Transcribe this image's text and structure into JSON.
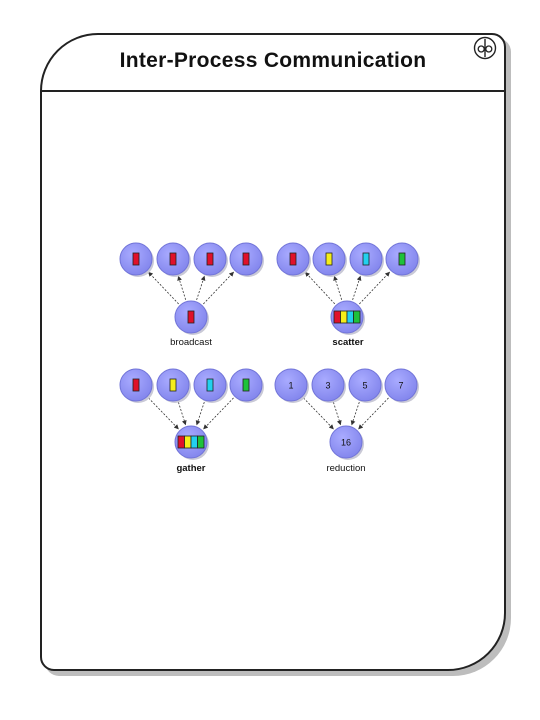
{
  "slide": {
    "title": "Inter-Process Communication"
  },
  "panels": [
    {
      "id": "broadcast",
      "caption": "broadcast",
      "caption_bold": false,
      "direction": "down",
      "top_nodes": [
        {
          "colors": [
            "#e0102a"
          ]
        },
        {
          "colors": [
            "#e0102a"
          ]
        },
        {
          "colors": [
            "#e0102a"
          ]
        },
        {
          "colors": [
            "#e0102a"
          ]
        }
      ],
      "root": {
        "colors": [
          "#e0102a"
        ]
      }
    },
    {
      "id": "scatter",
      "caption": "scatter",
      "caption_bold": true,
      "direction": "down",
      "top_nodes": [
        {
          "colors": [
            "#e0102a"
          ]
        },
        {
          "colors": [
            "#f5ee1a"
          ]
        },
        {
          "colors": [
            "#22d0ee"
          ]
        },
        {
          "colors": [
            "#1ec23a"
          ]
        }
      ],
      "root": {
        "colors": [
          "#e0102a",
          "#f5ee1a",
          "#22d0ee",
          "#1ec23a"
        ]
      }
    },
    {
      "id": "gather",
      "caption": "gather",
      "caption_bold": true,
      "direction": "up",
      "top_nodes": [
        {
          "colors": [
            "#e0102a"
          ]
        },
        {
          "colors": [
            "#f5ee1a"
          ]
        },
        {
          "colors": [
            "#22d0ee"
          ]
        },
        {
          "colors": [
            "#1ec23a"
          ]
        }
      ],
      "root": {
        "colors": [
          "#e0102a",
          "#f5ee1a",
          "#22d0ee",
          "#1ec23a"
        ]
      }
    },
    {
      "id": "reduction",
      "caption": "reduction",
      "caption_bold": false,
      "direction": "up",
      "top_nodes": [
        {
          "label": "1"
        },
        {
          "label": "3"
        },
        {
          "label": "5"
        },
        {
          "label": "7"
        }
      ],
      "root": {
        "label": "16"
      }
    }
  ],
  "colors": {
    "node_fill": "#8f91f2",
    "node_edge": "#7174d8",
    "frame_border": "#222222"
  }
}
